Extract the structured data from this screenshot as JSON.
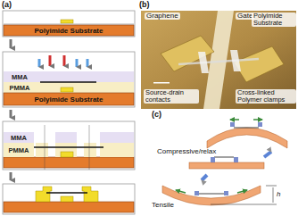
{
  "diagram": {
    "nodes": [
      {
        "text": [
          "Polyimide Substrate"
        ]
      },
      {
        "text": [
          "Polyimide Substrate"
        ]
      },
      {
        "text": [
          "MMA"
        ]
      },
      {
        "text": [
          "PMMA"
        ]
      },
      {
        "text": [
          "MMA"
        ]
      },
      {
        "text": [
          "PMMA"
        ]
      }
    ],
    "labels": [
      "(a)",
      "(b)",
      "(c)",
      "Graphene",
      "Gate",
      "Polyimide Substrate",
      "Source-drain contacts",
      "Cross-linked Polymer clamps",
      "Compressive/relax",
      "Tensile",
      "h"
    ]
  }
}
